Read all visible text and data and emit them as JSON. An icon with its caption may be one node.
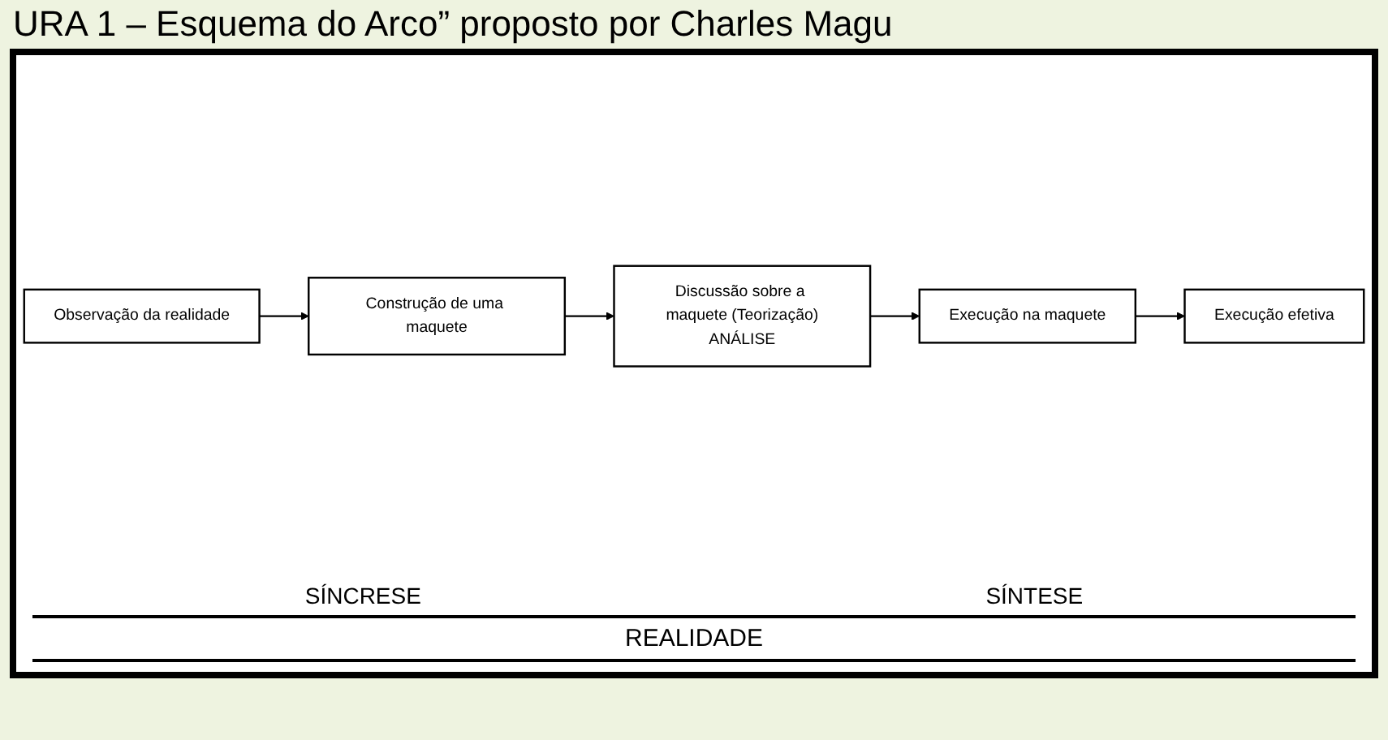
{
  "diagram": {
    "title": "URA 1 – Esquema do Arco” proposto por Charles Magu",
    "nodes": [
      {
        "text": [
          "Observação da realidade"
        ]
      },
      {
        "text": [
          "Construção de uma maquete"
        ]
      },
      {
        "text": [
          "Discussão sobre a maquete (Teorização)",
          "ANÁLISE"
        ]
      },
      {
        "text": [
          "Execução na maquete"
        ]
      },
      {
        "text": [
          "Execução efetiva"
        ]
      }
    ],
    "edges": [
      {
        "from": 0,
        "to": 1,
        "arrow": "to"
      },
      {
        "from": 1,
        "to": 2,
        "arrow": "to"
      },
      {
        "from": 2,
        "to": 3,
        "arrow": "to"
      },
      {
        "from": 3,
        "to": 4,
        "arrow": "to"
      }
    ],
    "labels": [
      "SÍNCRESE",
      "SÍNTESE",
      "REALIDADE"
    ]
  }
}
